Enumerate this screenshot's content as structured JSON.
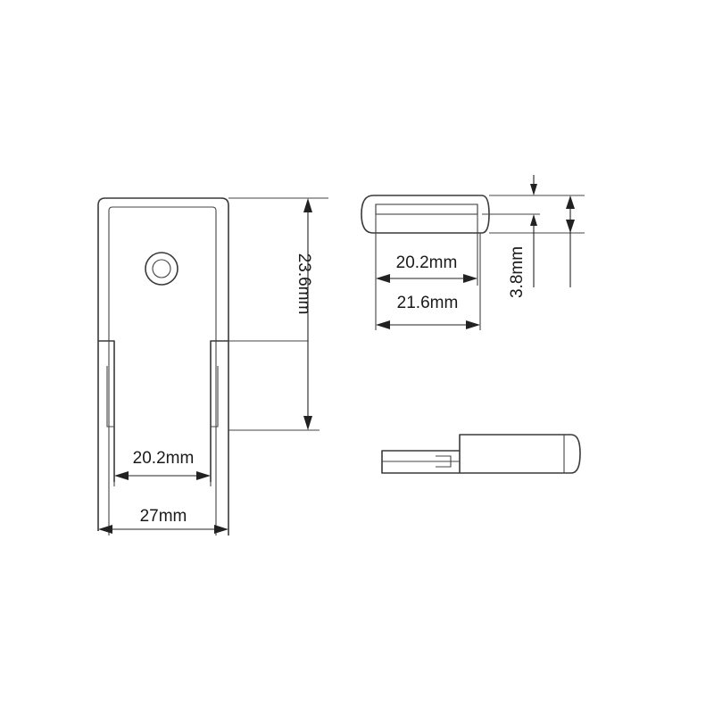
{
  "front_view": {
    "dim_height": "23.6mm",
    "dim_inner_width": "20.2mm",
    "dim_outer_width": "27mm"
  },
  "top_view": {
    "dim_inner_width": "20.2mm",
    "dim_outer_width": "21.6mm",
    "dim_thickness": "3.8mm"
  },
  "side_view": {}
}
